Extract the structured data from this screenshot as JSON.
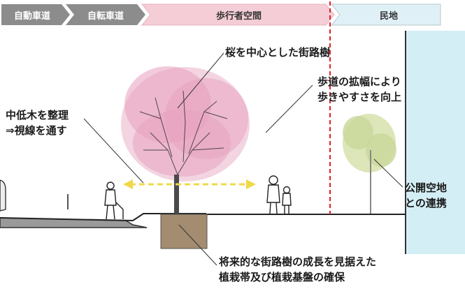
{
  "zones": {
    "car_lane": "自動車道",
    "bike_lane": "自転車道",
    "pedestrian_space": "歩行者空間",
    "private_land": "民地"
  },
  "annotations": {
    "sakura": "桜を中心とした街路樹",
    "widening": [
      "歩道の拡幅により",
      "歩きやすさを向上"
    ],
    "shrubs": [
      "中低木を整理",
      "⇒視線を通す"
    ],
    "public_space": [
      "公開空地",
      "との連携"
    ],
    "planting": [
      "将来的な街路樹の成長を見据えた",
      "植栽帯及び植栽基盤の確保"
    ]
  },
  "colors": {
    "lane_tab": "#8c8c8c",
    "pedestrian_tab": "#f4cdd6",
    "private_tab": "#dff1f6",
    "boundary_line": "#e0202a",
    "sakura": "#e7a3c0",
    "building": "#d4eef5",
    "soil": "#a38c6f",
    "arrow": "#f0d84a"
  }
}
